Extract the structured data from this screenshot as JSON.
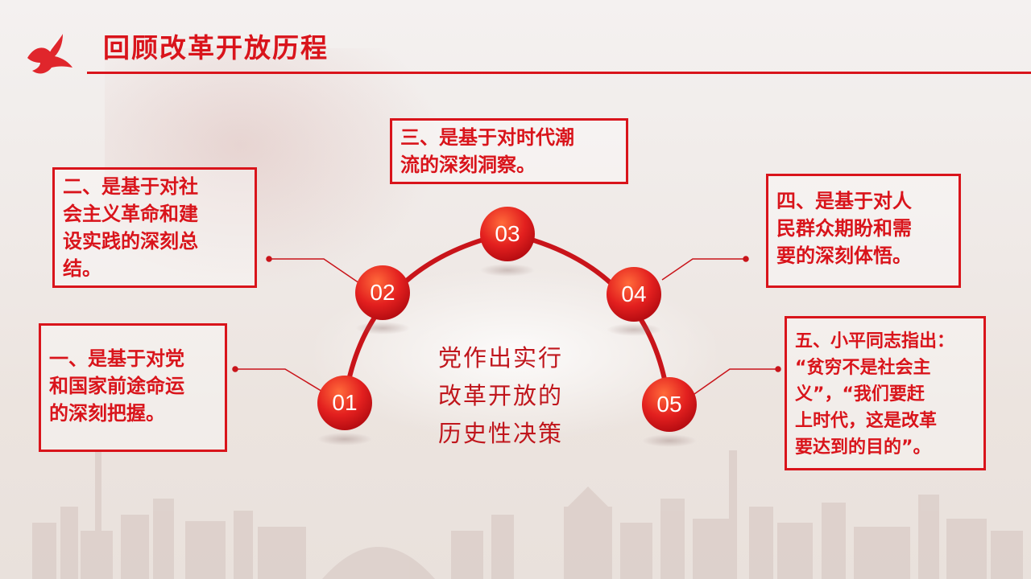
{
  "header": {
    "title": "回顾改革开放历程"
  },
  "center": {
    "lines": [
      "党作出实行",
      "改革开放的",
      "历史性决策"
    ]
  },
  "nodes": [
    {
      "num": "01",
      "lines": [
        "一、是基于对党",
        "和国家前途命运",
        "的深刻把握。"
      ]
    },
    {
      "num": "02",
      "lines": [
        "二、是基于对社",
        "会主义革命和建",
        "设实践的深刻总",
        "结。"
      ]
    },
    {
      "num": "03",
      "lines": [
        "三、是基于对时代潮",
        "流的深刻洞察。"
      ]
    },
    {
      "num": "04",
      "lines": [
        "四、是基于对人",
        "民群众期盼和需",
        "要的深刻体悟。"
      ]
    },
    {
      "num": "05",
      "lines": [
        "五、小平同志指出：",
        "“贫穷不是社会主",
        "义”，“我们要赶",
        "上时代，这是改革",
        "要达到的目的”。"
      ]
    }
  ],
  "colors": {
    "accent": "#d9141b",
    "circle_light": "#f0402a",
    "circle_dark": "#b80d12"
  },
  "icons": {
    "logo": "dove-icon"
  }
}
